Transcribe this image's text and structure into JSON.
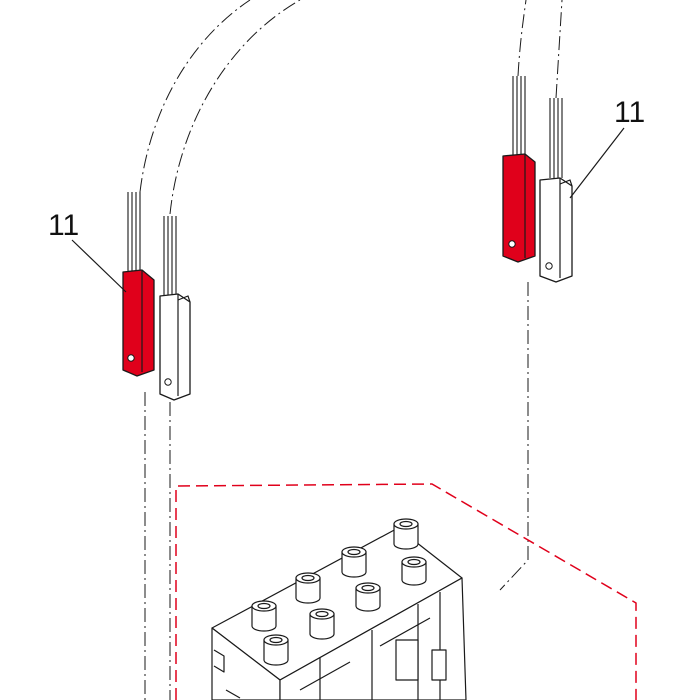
{
  "callouts": [
    {
      "id": "left",
      "text": "11"
    },
    {
      "id": "right",
      "text": "11"
    }
  ],
  "colors": {
    "highlight": "#e0001b",
    "boundary": "#e0001b",
    "line": "#1a1a1a",
    "background": "#ffffff"
  }
}
